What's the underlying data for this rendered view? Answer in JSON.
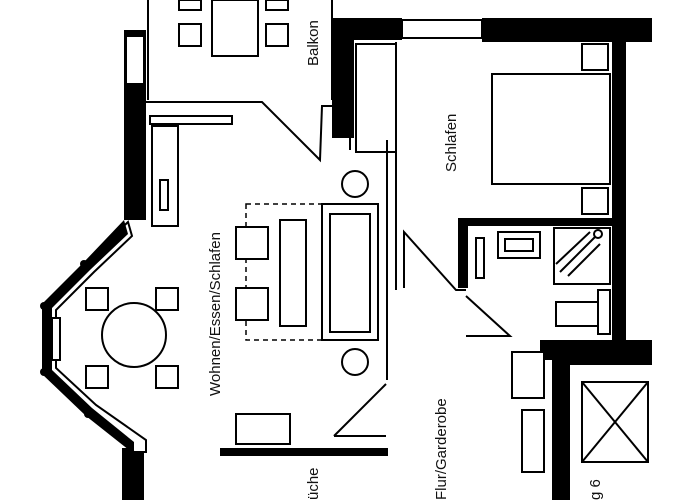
{
  "plan": {
    "rooms": {
      "balkon": "Balkon",
      "schlafen": "Schlafen",
      "wohnen": "Wohnen/Essen/Schlafen",
      "flur": "Flur/Garderobe",
      "kueche": "üche",
      "aufzug": "g 6"
    },
    "colors": {
      "wall": "#000000",
      "background": "#ffffff"
    }
  }
}
